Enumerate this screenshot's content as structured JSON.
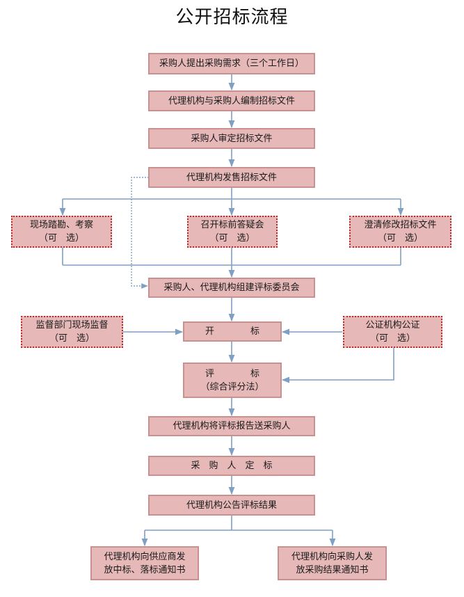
{
  "title": "公开招标流程",
  "nodes": {
    "n1": {
      "lines": [
        "采购人提出采购需求（三个工作日）"
      ]
    },
    "n2": {
      "lines": [
        "代理机构与采购人编制招标文件"
      ]
    },
    "n3": {
      "lines": [
        "采购人审定招标文件"
      ]
    },
    "n4": {
      "lines": [
        "代理机构发售招标文件"
      ]
    },
    "n5a": {
      "lines": [
        "现场踏勘、考察",
        "（可　选）"
      ]
    },
    "n5b": {
      "lines": [
        "召开标前答疑会",
        "（可　选）"
      ]
    },
    "n5c": {
      "lines": [
        "澄清修改招标文件",
        "（可　选）"
      ]
    },
    "n6": {
      "lines": [
        "采购人、代理机构组建评标委员会"
      ]
    },
    "n7": {
      "lines": [
        "开　　　　标"
      ]
    },
    "n7a": {
      "lines": [
        "监督部门现场监督",
        "（可　选）"
      ]
    },
    "n7b": {
      "lines": [
        "公证机构公证",
        "（可　选）"
      ]
    },
    "n8": {
      "lines": [
        "评　　　　标",
        "（综合评分法）"
      ]
    },
    "n9": {
      "lines": [
        "代理机构将评标报告送采购人"
      ]
    },
    "n10": {
      "lines": [
        "采　购　人　定　标"
      ]
    },
    "n11": {
      "lines": [
        "代理机构公告评标结果"
      ]
    },
    "n12a": {
      "lines": [
        "代理机构向供应商发",
        "放中标、落标通知书"
      ]
    },
    "n12b": {
      "lines": [
        "代理机构向采购人发",
        "放采购结果通知书"
      ]
    }
  },
  "colors": {
    "box_fill": "#e6b8b8",
    "box_border": "#c99090",
    "optional_border": "#b42d2d",
    "connector": "#7f9fc4"
  }
}
